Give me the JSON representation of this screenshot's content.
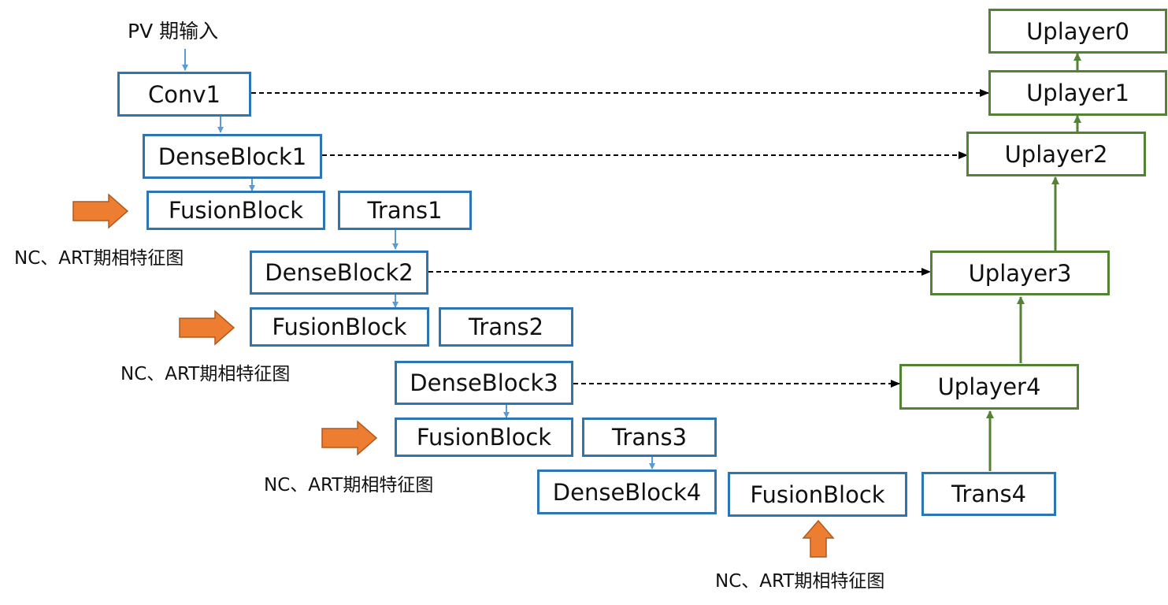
{
  "input_label": "PV 期输入",
  "phase_label": "NC、ART期相特征图",
  "encoder": {
    "conv1": "Conv1",
    "dense1": "DenseBlock1",
    "dense2": "DenseBlock2",
    "dense3": "DenseBlock3",
    "dense4": "DenseBlock4",
    "fusion": "FusionBlock",
    "trans1": "Trans1",
    "trans2": "Trans2",
    "trans3": "Trans3",
    "trans4": "Trans4"
  },
  "decoder": {
    "up0": "Uplayer0",
    "up1": "Uplayer1",
    "up2": "Uplayer2",
    "up3": "Uplayer3",
    "up4": "Uplayer4"
  },
  "colors": {
    "encoder_border": "#2e75b6",
    "decoder_border": "#548235",
    "fusion_arrow": "#ed7d31"
  }
}
